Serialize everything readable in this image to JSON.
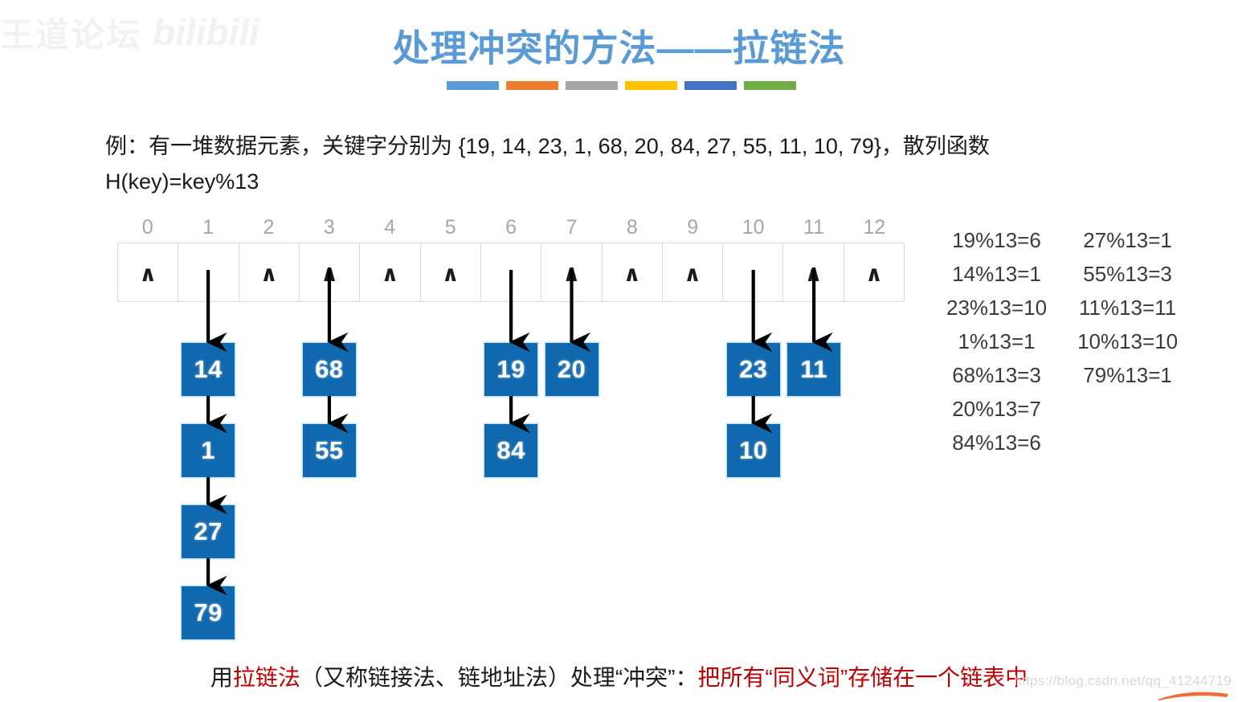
{
  "title": "处理冲突的方法——拉链法",
  "title_bars": [
    "#5b9bd5",
    "#ed7d31",
    "#a5a5a5",
    "#ffc000",
    "#4472c4",
    "#70ad47"
  ],
  "statement": {
    "line1": "例：有一堆数据元素，关键字分别为 {19, 14, 23, 1, 68, 20, 84, 27, 55, 11, 10, 79}，散列函数",
    "line2": "H(key)=key%13"
  },
  "keys": [
    19,
    14,
    23,
    1,
    68,
    20,
    84,
    27,
    55,
    11,
    10,
    79
  ],
  "hash_function": "H(key)=key%13",
  "table": {
    "indices": [
      "0",
      "1",
      "2",
      "3",
      "4",
      "5",
      "6",
      "7",
      "8",
      "9",
      "10",
      "11",
      "12"
    ],
    "nil_symbol": "∧",
    "cells": [
      {
        "index": 0,
        "empty": true,
        "nil": "∧"
      },
      {
        "index": 1,
        "empty": false,
        "nil": ""
      },
      {
        "index": 2,
        "empty": true,
        "nil": "∧"
      },
      {
        "index": 3,
        "empty": false,
        "nil": "∧"
      },
      {
        "index": 4,
        "empty": true,
        "nil": "∧"
      },
      {
        "index": 5,
        "empty": true,
        "nil": "∧"
      },
      {
        "index": 6,
        "empty": false,
        "nil": ""
      },
      {
        "index": 7,
        "empty": false,
        "nil": "∧"
      },
      {
        "index": 8,
        "empty": true,
        "nil": "∧"
      },
      {
        "index": 9,
        "empty": true,
        "nil": "∧"
      },
      {
        "index": 10,
        "empty": false,
        "nil": ""
      },
      {
        "index": 11,
        "empty": false,
        "nil": "∧"
      },
      {
        "index": 12,
        "empty": true,
        "nil": "∧"
      }
    ],
    "chains": [
      {
        "index": 1,
        "values": [
          "14",
          "1",
          "27",
          "79"
        ]
      },
      {
        "index": 3,
        "values": [
          "68",
          "55"
        ]
      },
      {
        "index": 6,
        "values": [
          "19",
          "84"
        ]
      },
      {
        "index": 7,
        "values": [
          "20"
        ]
      },
      {
        "index": 10,
        "values": [
          "23",
          "10"
        ]
      },
      {
        "index": 11,
        "values": [
          "11"
        ]
      }
    ],
    "node_color": "#1068ae"
  },
  "calculations": {
    "column_left": [
      "19%13=6",
      "14%13=1",
      "23%13=10",
      "1%13=1",
      "68%13=3",
      "20%13=7",
      "84%13=6"
    ],
    "column_right": [
      "27%13=1",
      "55%13=3",
      "11%13=11",
      "10%13=10",
      "79%13=1"
    ]
  },
  "caption": {
    "part1": "用",
    "part2_red": "拉链法",
    "part3": "（又称链接法、链地址法）处理“冲突”：",
    "part4_red": "把所有“同义词”存储在一个链表中",
    "red_color": "#c00000"
  },
  "watermarks": {
    "top_left_text": "王道论坛",
    "top_left_brand": "bilibili",
    "bottom_right": "https://blog.csdn.net/qq_41244719"
  }
}
